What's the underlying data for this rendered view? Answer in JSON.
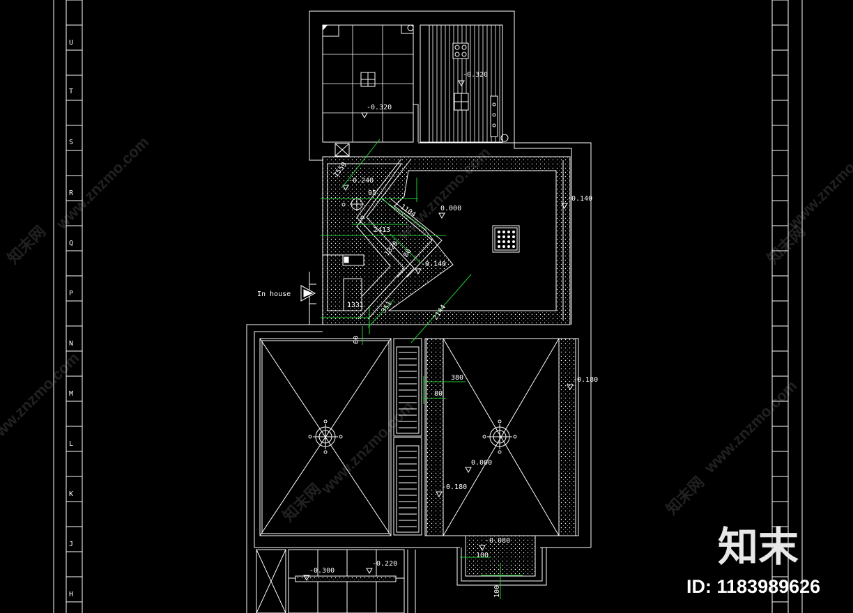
{
  "colors": {
    "background": "#000000",
    "line": "#ffffff",
    "dimension": "#22cc33",
    "watermark": "rgba(255,255,255,0.13)"
  },
  "grid_labels_left": [
    "U",
    "T",
    "S",
    "R",
    "Q",
    "P",
    "N",
    "M",
    "L",
    "K",
    "J",
    "H"
  ],
  "entry_label": "In house",
  "levels": {
    "bath": "-0.320",
    "kitchen": "-0.320",
    "corridor": "-0.240",
    "living": "0.000",
    "living_right": "-0.140",
    "diag": "-0.140",
    "room_right": "-0.180",
    "room_right_b": "0.000",
    "room_right_c": "-0.180",
    "balcony": "-0.080",
    "bottom_a": "-0.300",
    "bottom_b": "-0.220"
  },
  "dimensions": {
    "d1559": "1559",
    "d95": "95",
    "d1104": "1104",
    "d2413": "2413",
    "d1320": "1320",
    "d80a": "80",
    "d1331": "1331",
    "d351": "351",
    "d2144": "2144",
    "d60": "60",
    "d380": "380",
    "d80b": "80",
    "d100a": "100",
    "d100b": "100"
  },
  "watermark_text": "www.znzmo.com",
  "watermark_cn": "知末网",
  "logo_text": "知末",
  "id_text": "ID: 1183989626"
}
